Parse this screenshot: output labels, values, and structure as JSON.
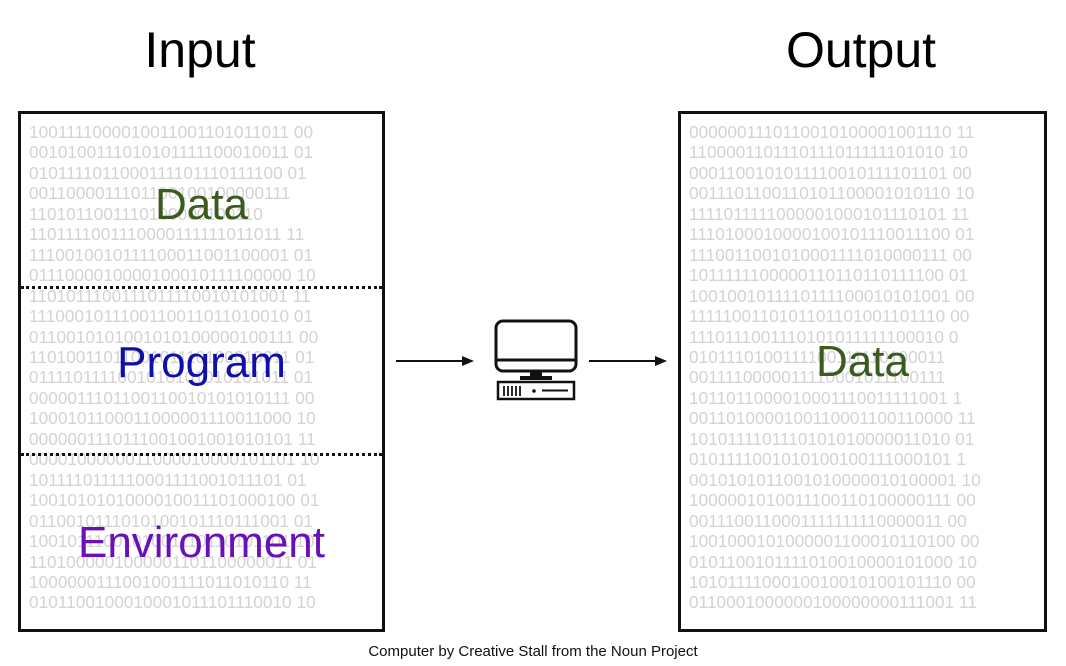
{
  "input_heading": "Input",
  "output_heading": "Output",
  "input_box": {
    "sections": [
      "Data",
      "Program",
      "Environment"
    ],
    "binary_lines": [
      "1001111000010011001101011011 00",
      "0010100111010101111100010011 01",
      "0101111011000111101110111100 01",
      "0011000011101100100100000111",
      "1101011001110100000100110",
      "1101111001110000111111011011 11",
      "1110010010111100011001100001 01",
      "0111000010000100010111100000 10",
      "1101011100111011110010101001 11",
      "1110001011100110011011010010 01",
      "0110010101001010100000100111 00",
      "1101001101100101110100010011 01",
      "0111101111001010101010101011 01",
      "0000011101100110010101010111 00",
      "1000101100011000001110011000 10",
      "0000001110111001001001010101 11",
      "0000100000011000010000101101 10",
      "1011110111110001111001011101 01",
      "1001010101000010011101000100 01",
      "0110010111010100101110111001 01",
      "1001011100101001110110101101 10",
      "1101000001000001101100000011 01",
      "1000000111001001111011010110 11",
      "0101100100010001011101110010 10"
    ]
  },
  "output_box": {
    "label": "Data",
    "binary_lines": [
      "0000001110110010100001001110 11",
      "1100001101110111011111101010 10",
      "0001100101011110010111101101 00",
      "0011101100110101100001010110 10",
      "1111011111000001000101110101 11",
      "1110100010000100101110011100 01",
      "1110011001010001111010000111 00",
      "1011111100000110110110111100 01",
      "1001001011110111100010101001 00",
      "1111100110101101101001101110 00",
      "1110111001110101011111100010 0",
      "0101110100111100111110100011",
      "0011110000011110001011100111",
      "1011011000010001110011111001 1",
      "0011010000100110001100110000 11",
      "1010111101110101010000011010 01",
      "0101111001010100100111000101 1",
      "0010101011001010000010100001 10",
      "1000001010011100110100000111 00",
      "0011100110001111111110000011 00",
      "1001000101000001100010110100 00",
      "0101100101111010010000101000 10",
      "1010111100010010010100101110 00",
      "0110001000000100000000111001 11"
    ]
  },
  "credit": "Computer by Creative Stall from the Noun Project"
}
